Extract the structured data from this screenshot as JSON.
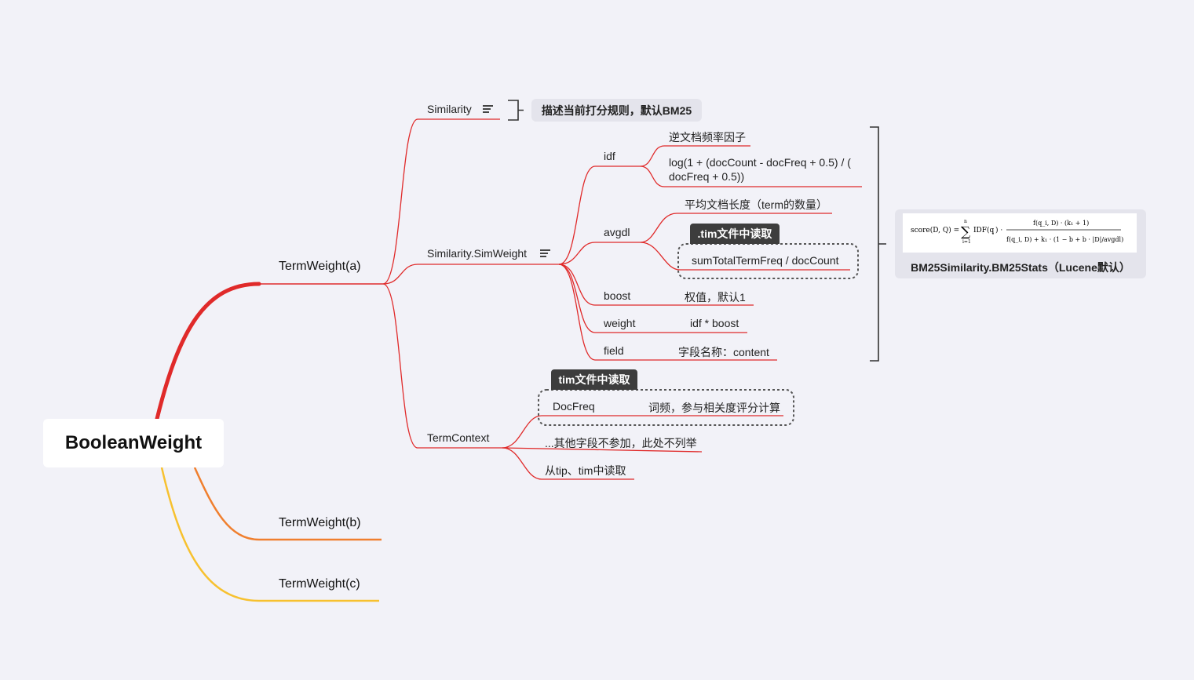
{
  "root": {
    "label": "BooleanWeight"
  },
  "branches": {
    "a": "TermWeight(a)",
    "b": "TermWeight(b)",
    "c": "TermWeight(c)"
  },
  "similarity": {
    "label": "Similarity",
    "note": "描述当前打分规则，默认BM25"
  },
  "simweight": {
    "label": "Similarity.SimWeight",
    "idf": {
      "label": "idf",
      "desc": "逆文档频率因子",
      "formula_line1": "log(1 + (docCount - docFreq + 0.5) / (",
      "formula_line2": "docFreq + 0.5))"
    },
    "avgdl": {
      "label": "avgdl",
      "desc": "平均文档长度（term的数量）",
      "tag": ".tim文件中读取",
      "formula": "sumTotalTermFreq / docCount"
    },
    "boost": {
      "label": "boost",
      "value": "权值，默认1"
    },
    "weight": {
      "label": "weight",
      "value": "idf * boost"
    },
    "field": {
      "label": "field",
      "value": "字段名称：content"
    }
  },
  "formula_card": {
    "caption": "BM25Similarity.BM25Stats（Lucene默认）",
    "f_lhs": "score(D, Q) =",
    "f_sum": "∑",
    "f_sum_top": "n",
    "f_sum_bot": "i=1",
    "f_idf": "IDF(q",
    "f_idf_sub": "i",
    "f_idf_end": ") ·",
    "f_num": "f(q_i, D) · (k₁ + 1)",
    "f_den": "f(q_i, D) + k₁ · (1 − b + b · |D|/avgdl)"
  },
  "termcontext": {
    "label": "TermContext",
    "tag": "tim文件中读取",
    "docfreq": {
      "label": "DocFreq",
      "value": "词频，参与相关度评分计算"
    },
    "other": "...其他字段不参加，此处不列举",
    "source": "从tip、tim中读取"
  },
  "colors": {
    "background": "#f2f2f8",
    "branch_a": "#e02a2a",
    "branch_b": "#f07f2e",
    "branch_c": "#f7c12f",
    "bracket": "#333333",
    "tag_dark": "#3d3d3d",
    "callout": "#e4e4ec"
  }
}
